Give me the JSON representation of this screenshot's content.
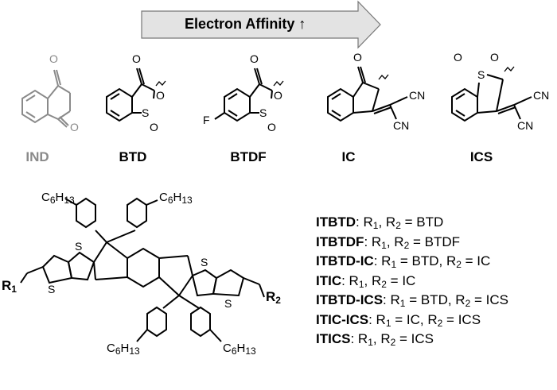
{
  "arrow": {
    "label": "Electron Affinity",
    "symbol": "↑"
  },
  "acceptors": [
    {
      "name": "IND",
      "atoms": {
        "o1": "O",
        "o2": "O"
      }
    },
    {
      "name": "BTD",
      "atoms": {
        "o": "O",
        "s": "S",
        "o_s1": "O",
        "o_s2": "O"
      }
    },
    {
      "name": "BTDF",
      "atoms": {
        "o": "O",
        "s": "S",
        "o_s1": "O",
        "o_s2": "O",
        "f": "F"
      }
    },
    {
      "name": "IC",
      "atoms": {
        "o": "O",
        "cn1": "CN",
        "cn2": "CN"
      }
    },
    {
      "name": "ICS",
      "atoms": {
        "o1": "O",
        "s": "S",
        "o2": "O",
        "cn1": "CN",
        "cn2": "CN"
      }
    }
  ],
  "core": {
    "hexyl_c": "C",
    "hexyl_c_sub": "6",
    "hexyl_h": "H",
    "hexyl_h_sub": "13",
    "s": "S",
    "r1": "R",
    "r1_sub": "1",
    "r2": "R",
    "r2_sub": "2"
  },
  "legend": [
    {
      "name": "ITBTD",
      "text": ": R",
      "s1": "1",
      "mid": ", R",
      "s2": "2",
      "rest": " = BTD"
    },
    {
      "name": "ITBTDF",
      "text": ": R",
      "s1": "1",
      "mid": ", R",
      "s2": "2",
      "rest": " = BTDF"
    },
    {
      "name": "ITBTD-IC",
      "text": ": R",
      "s1": "1",
      "mid": " = BTD, R",
      "s2": "2",
      "rest": " = IC"
    },
    {
      "name": "ITIC",
      "text": ": R",
      "s1": "1",
      "mid": ", R",
      "s2": "2",
      "rest": " = IC"
    },
    {
      "name": "ITBTD-ICS",
      "text": ": R",
      "s1": "1",
      "mid": " = BTD, R",
      "s2": "2",
      "rest": " = ICS"
    },
    {
      "name": "ITIC-ICS",
      "text": ": R",
      "s1": "1",
      "mid": " = IC, R",
      "s2": "2",
      "rest": " = ICS"
    },
    {
      "name": "ITICS",
      "text": ": R",
      "s1": "1",
      "mid": ", R",
      "s2": "2",
      "rest": " = ICS"
    }
  ]
}
